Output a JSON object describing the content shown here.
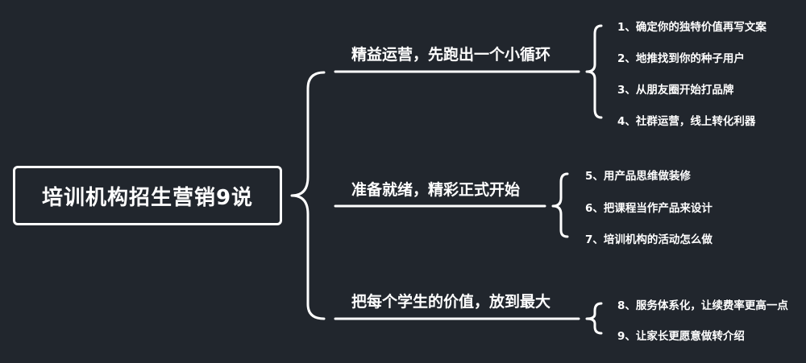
{
  "root": {
    "label": "培训机构招生营销9说"
  },
  "branches": [
    {
      "label": "精益运营，先跑出一个小循环",
      "items": [
        "1、确定你的独特价值再写文案",
        "2、地推找到你的种子用户",
        "3、从朋友圈开始打品牌",
        "4、社群运营，线上转化利器"
      ]
    },
    {
      "label": "准备就绪，精彩正式开始",
      "items": [
        "5、用产品思维做装修",
        "6、把课程当作产品来设计",
        "7、培训机构的活动怎么做"
      ]
    },
    {
      "label": "把每个学生的价值，放到最大",
      "items": [
        "8、服务体系化，让续费率更高一点",
        "9、让家长更愿意做转介绍"
      ]
    }
  ],
  "colors": {
    "background": "#21262d",
    "line": "#ffffff",
    "text": "#ffffff"
  }
}
